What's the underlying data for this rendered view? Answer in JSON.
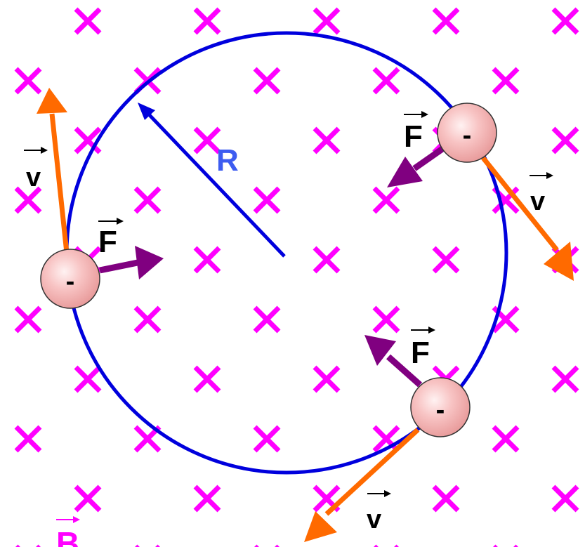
{
  "labels": {
    "radius": "R",
    "field": "B",
    "velocity": "v",
    "force": "F",
    "charge": "-"
  },
  "colors": {
    "background": "#ffffff",
    "field_cross": "#ff00ff",
    "orbit": "#0000dd",
    "radius_arrow": "#0000dd",
    "radius_label": "#3d5cf0",
    "velocity_arrow": "#ff6a00",
    "force_arrow": "#800080",
    "particle_fill": "#f8c0c0",
    "particle_stroke": "#333333",
    "text": "#000000",
    "field_label": "#ff00ff"
  },
  "field_direction": "into-page",
  "particles": [
    {
      "id": "left"
    },
    {
      "id": "top-right"
    },
    {
      "id": "bottom-right"
    }
  ]
}
